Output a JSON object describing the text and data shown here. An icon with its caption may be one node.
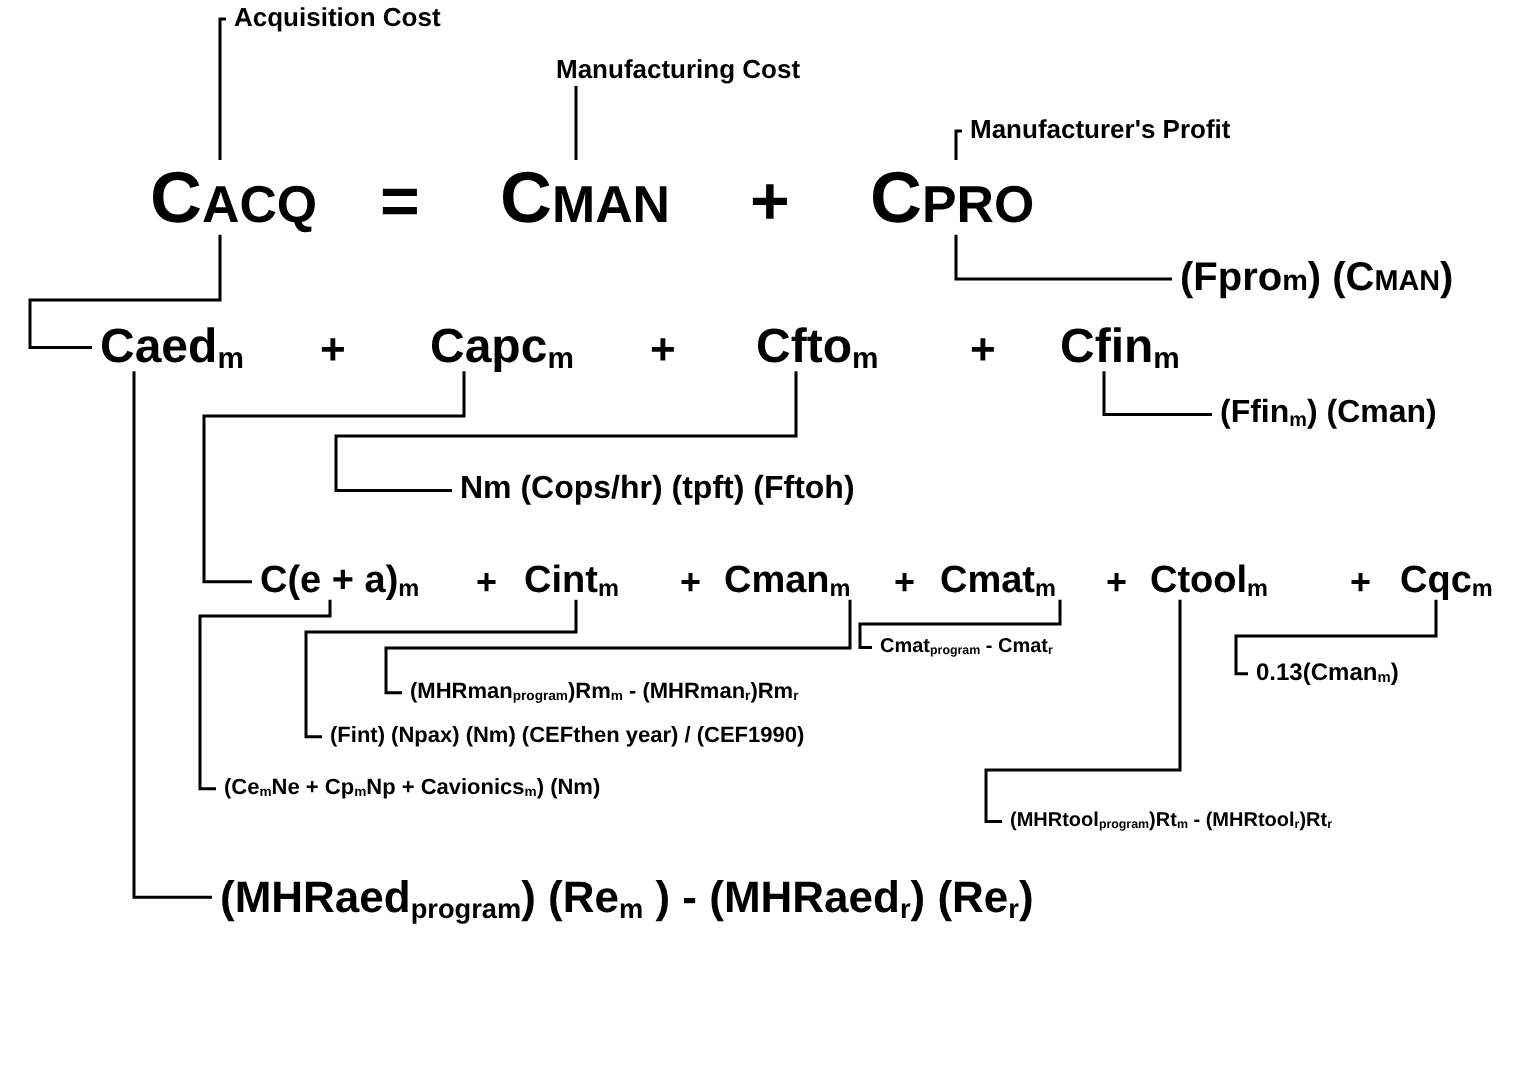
{
  "diagram": {
    "nodes": [
      {
        "text": [
          "Acquisition Cost"
        ]
      },
      {
        "text": [
          "Manufacturing Cost"
        ]
      },
      {
        "text": [
          "Manufacturer's Profit"
        ]
      },
      {
        "text": [
          "C$_{ACQ}$"
        ]
      },
      {
        "text": [
          "C$_{MAN}$"
        ]
      },
      {
        "text": [
          "C$_{PRO}$"
        ]
      },
      {
        "text": [
          "(Fpro$_{m}$) (C$_{MAN}$)"
        ]
      },
      {
        "text": [
          "Caed$_{m}$"
        ]
      },
      {
        "text": [
          "Capc$_{m}$"
        ]
      },
      {
        "text": [
          "Cfto$_{m}$"
        ]
      },
      {
        "text": [
          "Cfin$_{m}$"
        ]
      },
      {
        "text": [
          "(Ffin$_{m}$) (Cman)"
        ]
      },
      {
        "text": [
          "Nm (Cops/hr) (tpft) (Fftoh)"
        ]
      },
      {
        "text": [
          "C(e + a)$_{m}$"
        ]
      },
      {
        "text": [
          "Cint$_{m}$"
        ]
      },
      {
        "text": [
          "Cman$_{m}$"
        ]
      },
      {
        "text": [
          "Cmat$_{m}$"
        ]
      },
      {
        "text": [
          "Ctool$_{m}$"
        ]
      },
      {
        "text": [
          "Cqc$_{m}$"
        ]
      },
      {
        "text": [
          "Cmat$_{program}$ - Cmat$_{r}$"
        ]
      },
      {
        "text": [
          "(MHRman$_{program}$)Rm$_{m}$ - (MHRman$_{r}$)Rm$_{r}$"
        ]
      },
      {
        "text": [
          "(Fint) (Npax) (Nm) (CEFthen year) / (CEF1990)"
        ]
      },
      {
        "text": [
          "(Ce$_{m}$Ne + Cp$_{m}$Np + Cavionics$_{m}$) (Nm)"
        ]
      },
      {
        "text": [
          "(MHRtool$_{program}$)Rt$_{m}$ - (MHRtool$_{r}$)Rt$_{r}$"
        ]
      },
      {
        "text": [
          "0.13(Cman$_{m}$)"
        ]
      },
      {
        "text": [
          "(MHRaed$_{program}$) (Re$_{m}$ ) - (MHRaed$_{r}$) (Re$_{r}$)"
        ]
      }
    ],
    "edges": [
      {
        "from": 3,
        "to": 0,
        "arrow": "none"
      },
      {
        "from": 4,
        "to": 1,
        "arrow": "none"
      },
      {
        "from": 5,
        "to": 2,
        "arrow": "none"
      },
      {
        "from": 5,
        "to": 6,
        "arrow": "none"
      },
      {
        "from": 3,
        "to": 7,
        "arrow": "none"
      },
      {
        "from": 10,
        "to": 11,
        "arrow": "none"
      },
      {
        "from": 9,
        "to": 12,
        "arrow": "none"
      },
      {
        "from": 8,
        "to": 13,
        "arrow": "none"
      },
      {
        "from": 16,
        "to": 19,
        "arrow": "none"
      },
      {
        "from": 15,
        "to": 20,
        "arrow": "none"
      },
      {
        "from": 14,
        "to": 21,
        "arrow": "none"
      },
      {
        "from": 13,
        "to": 22,
        "arrow": "none"
      },
      {
        "from": 17,
        "to": 23,
        "arrow": "none"
      },
      {
        "from": 18,
        "to": 24,
        "arrow": "none"
      },
      {
        "from": 7,
        "to": 25,
        "arrow": "none"
      }
    ],
    "labels": [
      "=",
      "+",
      "+",
      "+",
      "+",
      "+",
      "+",
      "+",
      "+",
      "+"
    ]
  }
}
